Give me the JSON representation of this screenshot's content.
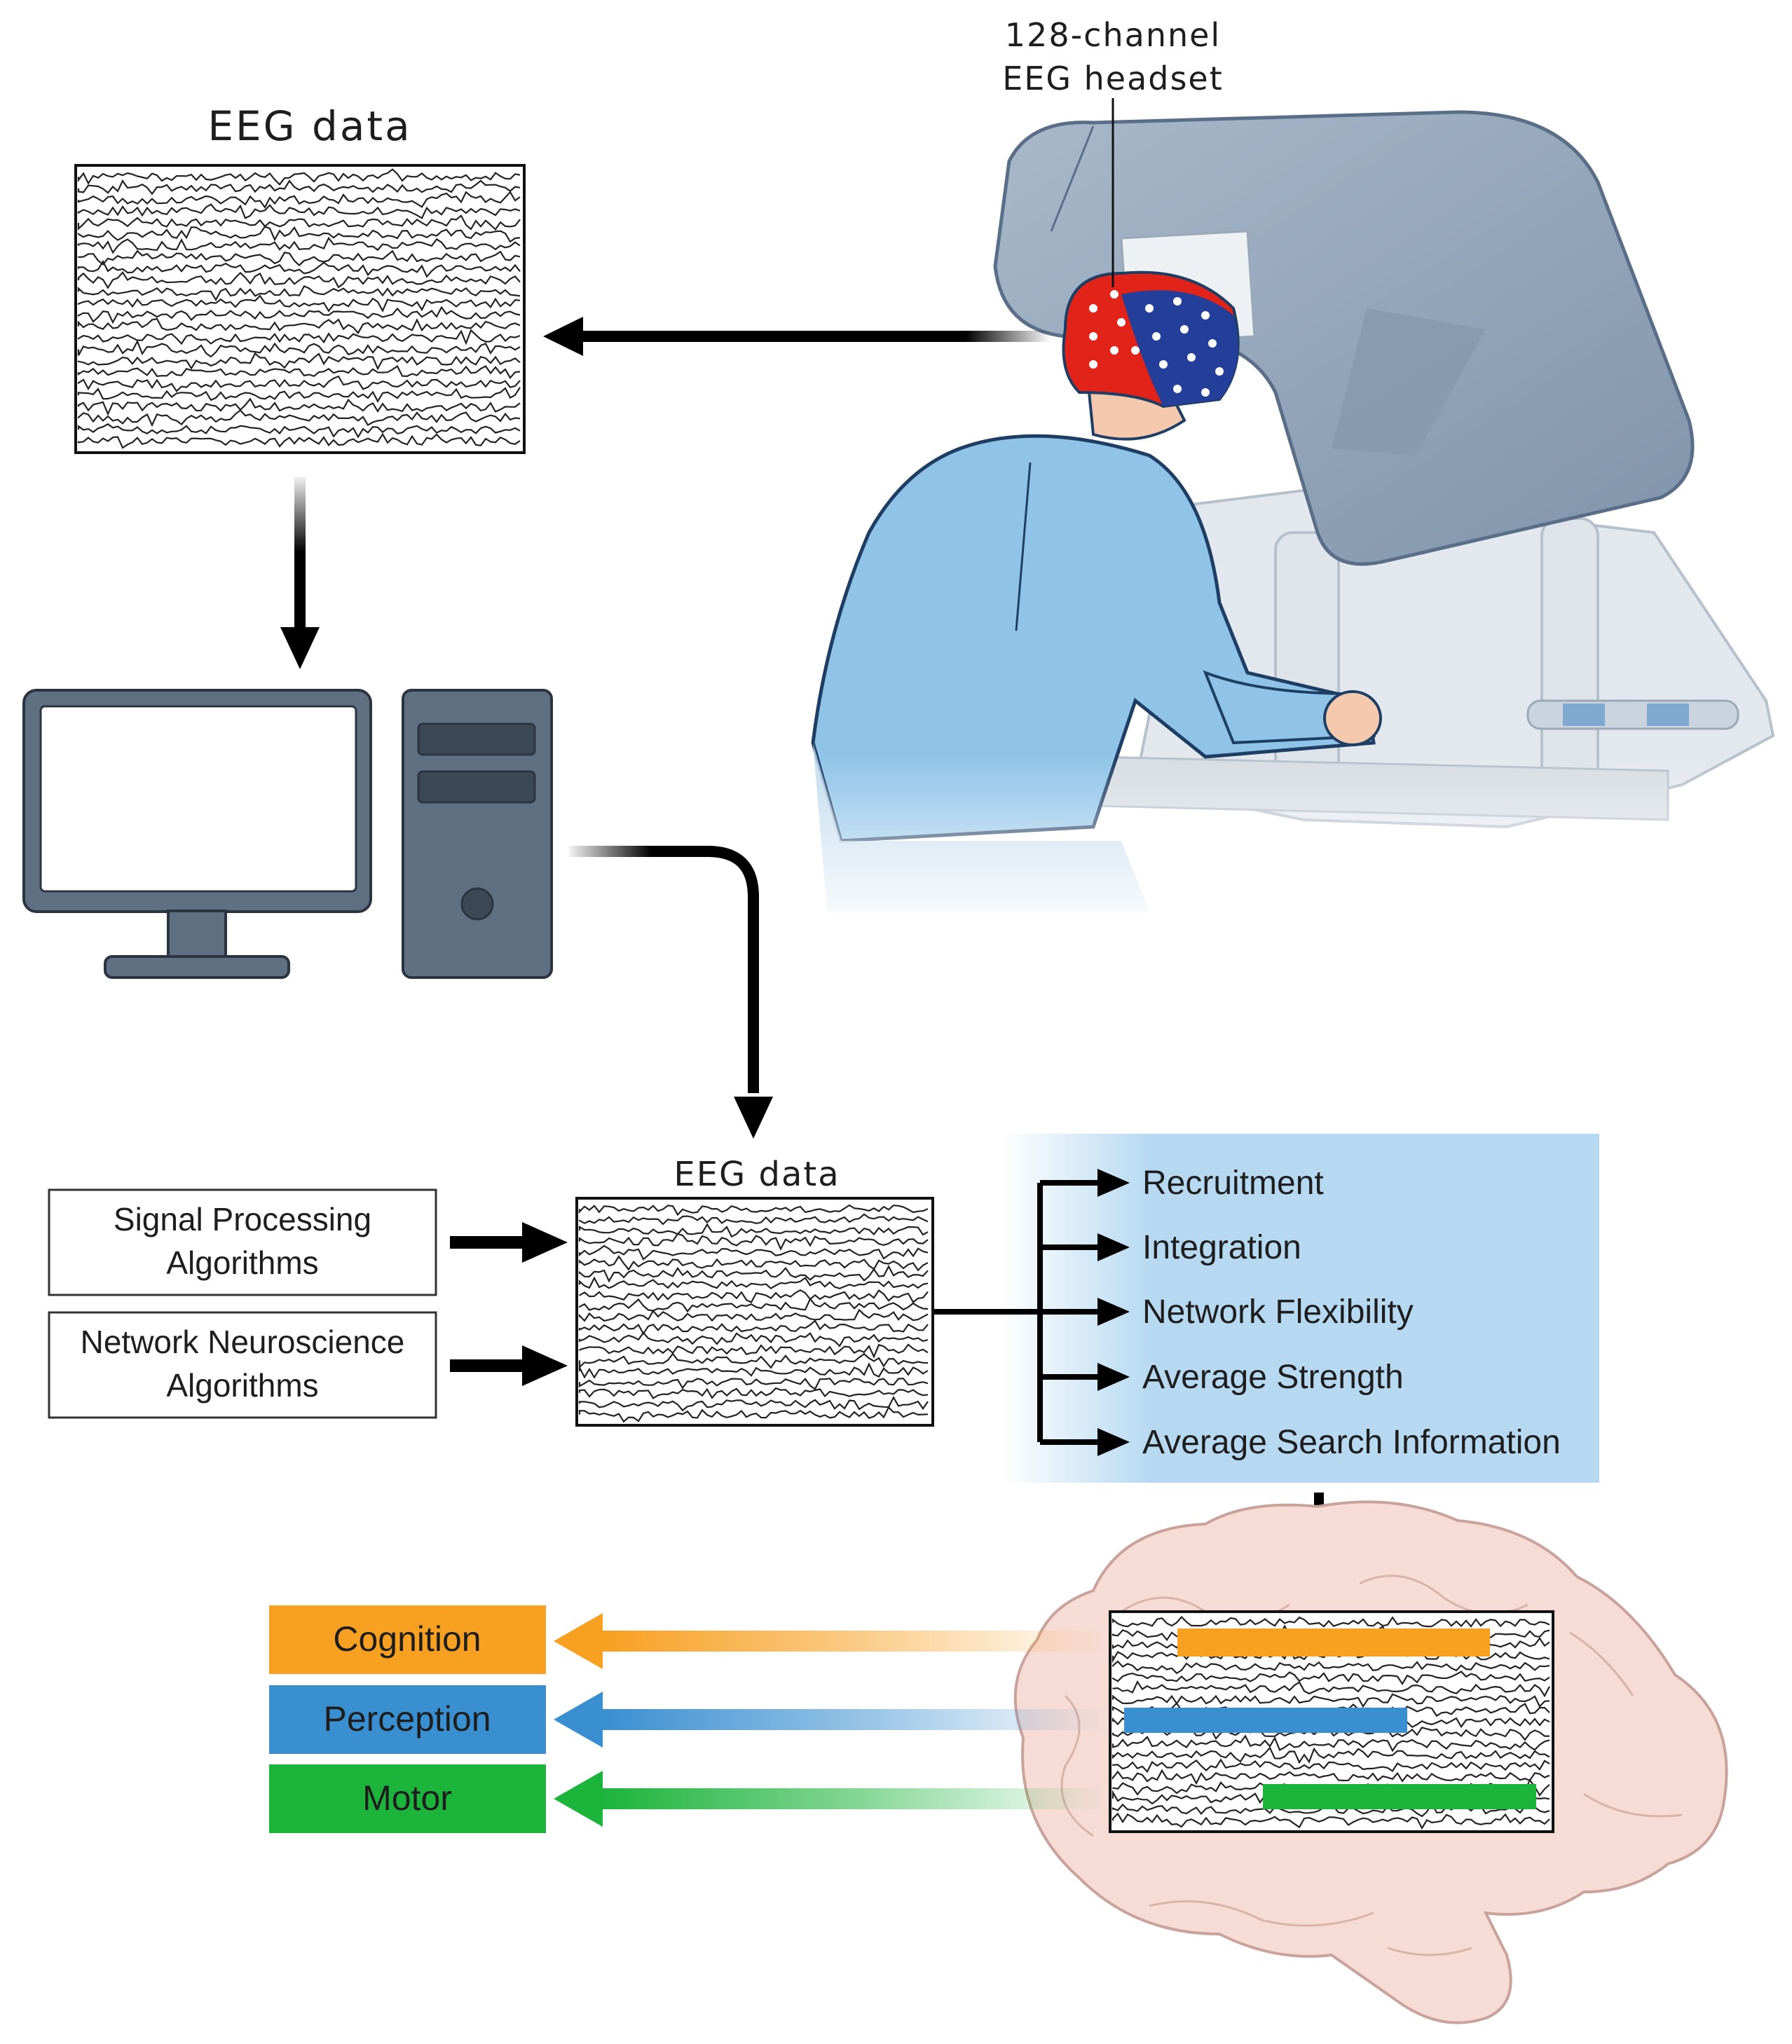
{
  "headset": {
    "line1": "128-channel",
    "line2": "EEG headset"
  },
  "eeg_top": {
    "title": "EEG data"
  },
  "eeg_mid": {
    "title": "EEG data"
  },
  "algorithms": [
    {
      "line1": "Signal Processing",
      "line2": "Algorithms"
    },
    {
      "line1": "Network Neuroscience",
      "line2": "Algorithms"
    }
  ],
  "metrics": [
    "Recruitment",
    "Integration",
    "Network Flexibility",
    "Average Strength",
    "Average Search Information"
  ],
  "outcomes": [
    {
      "label": "Cognition",
      "color": "#f7a021"
    },
    {
      "label": "Perception",
      "color": "#3a8fd1"
    },
    {
      "label": "Motor",
      "color": "#1db43c"
    }
  ],
  "colors": {
    "metrics_panel": "#b6d9f1",
    "console": "#8fa2b8",
    "headset_red": "#e2231a",
    "headset_blue": "#233f9a",
    "scrubs": "#8fc4e8",
    "computer": "#5f7082",
    "brain": "#f7dcd6"
  }
}
